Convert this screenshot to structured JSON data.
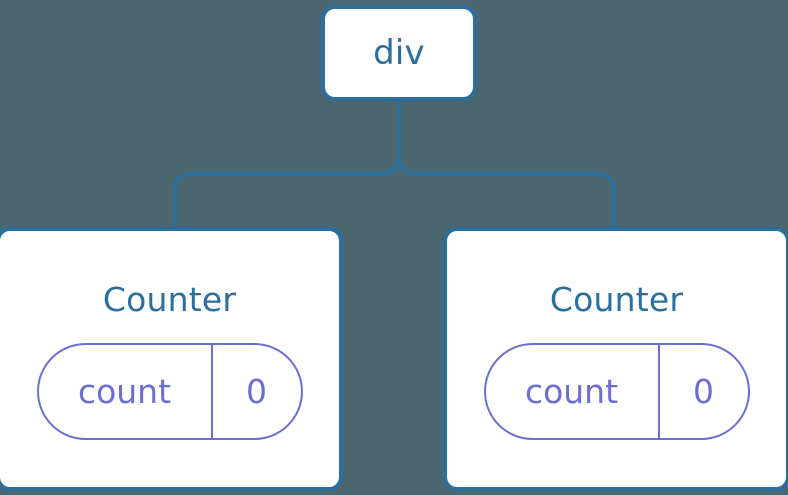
{
  "diagram": {
    "type": "component-tree",
    "background_color": "#4c666f",
    "node_border_color": "#2a6f9e",
    "node_fill_color": "#ffffff",
    "edge_color": "#2a6f9e",
    "state_pill_color": "#6b6fd4",
    "root": {
      "label": "div"
    },
    "children": [
      {
        "title": "Counter",
        "state": {
          "key": "count",
          "value": "0"
        }
      },
      {
        "title": "Counter",
        "state": {
          "key": "count",
          "value": "0"
        }
      }
    ]
  }
}
